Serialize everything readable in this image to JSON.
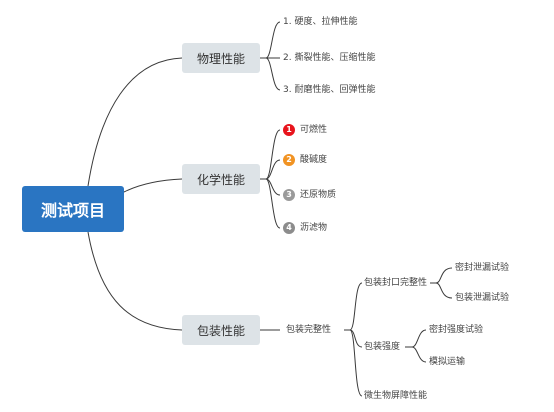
{
  "root": {
    "label": "测试项目"
  },
  "physical": {
    "label": "物理性能",
    "items": [
      "1. 硬度、拉伸性能",
      "2. 撕裂性能、压缩性能",
      "3. 耐磨性能、回弹性能"
    ]
  },
  "chemical": {
    "label": "化学性能",
    "items": [
      {
        "marker": "1",
        "label": "可燃性",
        "color": "#e8141c"
      },
      {
        "marker": "2",
        "label": "酸碱度",
        "color": "#f19323"
      },
      {
        "marker": "3",
        "label": "还原物质",
        "color": "#9a9a9a"
      },
      {
        "marker": "4",
        "label": "沥滤物",
        "color": "#8c8c8c"
      }
    ]
  },
  "packaging": {
    "label": "包装性能",
    "child": "包装完整性",
    "sub": {
      "seal": {
        "label": "包装封口完整性",
        "items": [
          "密封泄漏试验",
          "包装泄漏试验"
        ]
      },
      "strength": {
        "label": "包装强度",
        "items": [
          "密封强度试验",
          "模拟运输"
        ]
      },
      "microbial": {
        "label": "微生物屏障性能"
      }
    }
  },
  "colors": {
    "root_fill": "#2a75c2",
    "category_fill": "#dde3e7",
    "connector": "#3a3a3a"
  }
}
